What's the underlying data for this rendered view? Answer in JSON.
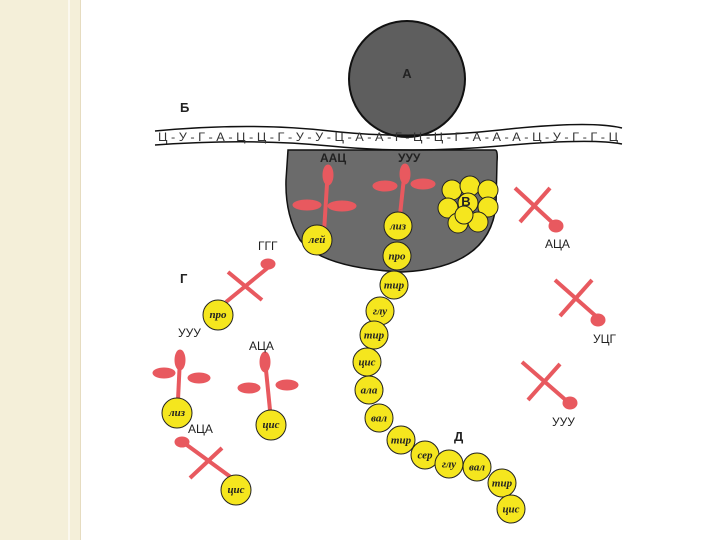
{
  "labels": {
    "ribosome_small": "А",
    "mrna": "Б",
    "ribosome_big": "В",
    "free_trna": "Г",
    "peptide": "Д"
  },
  "mrna": {
    "sequence": "Ц - У - Г - А - Ц - Ц - Г - У - У - Ц - А - А - Г - Ц - Ц - Г - А - А - А - Ц - У - Г - Г - Ц"
  },
  "codon_labels": {
    "site1": "ААЦ",
    "site2": "УУУ"
  },
  "anticodons": {
    "free_ggg": "ГГГ",
    "free_uuu_left": "УУУ",
    "free_aca_mid": "АЦА",
    "free_aca_bottom": "АЦА",
    "right_aca": "АЦА",
    "right_ucg": "УЦГ",
    "right_uuu": "УУУ"
  },
  "amino_acids": {
    "trna_site1": "лей",
    "free_pro": "про",
    "free_liz": "лиз",
    "free_cis_mid": "цис",
    "free_cis_bottom": "цис",
    "chain": [
      "лиз",
      "про",
      "тир",
      "глу",
      "тир",
      "цис",
      "ала",
      "вал",
      "тир",
      "сер",
      "глу",
      "вал",
      "тир",
      "цис"
    ]
  },
  "colors": {
    "ribosome": "#6b6b6b",
    "subunit": "#5a5a5a",
    "trna": "#e8595f",
    "amino": "#f5e61e",
    "outline": "#222222"
  }
}
